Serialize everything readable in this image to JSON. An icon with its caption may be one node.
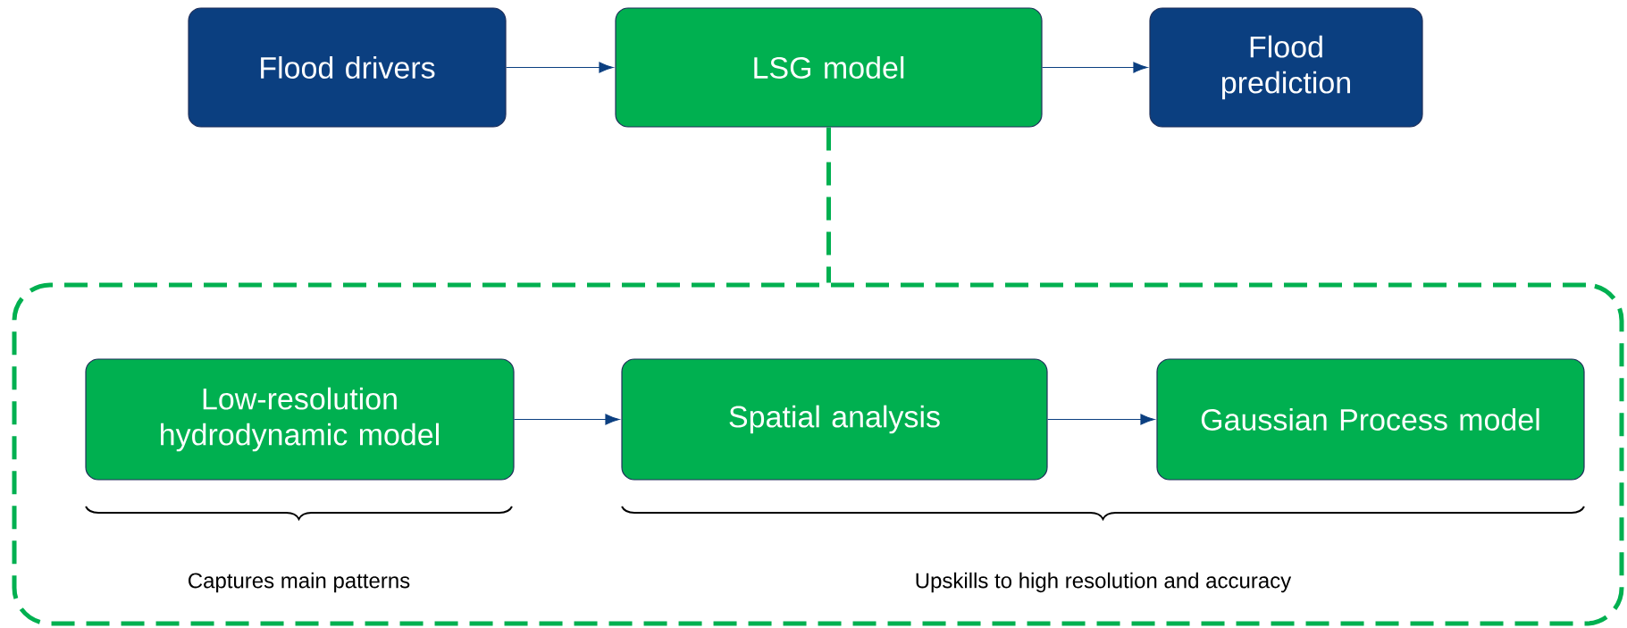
{
  "diagram": {
    "nodes": [
      {
        "text": [
          "Flood drivers"
        ]
      },
      {
        "text": [
          "LSG model"
        ]
      },
      {
        "text": [
          "Flood prediction"
        ]
      },
      {
        "text": [],
        "shape": "box"
      },
      {
        "text": [
          "Low-resolution hydrodynamic model"
        ],
        "in": 3
      },
      {
        "text": [
          "Spatial analysis"
        ],
        "in": 3
      },
      {
        "text": [
          "Gaussian Process model"
        ],
        "in": 3
      }
    ],
    "edges": [
      {
        "from": 0,
        "to": 1,
        "arrow": "to"
      },
      {
        "from": 1,
        "to": 2,
        "arrow": "to"
      },
      {
        "from": 1,
        "to": 3,
        "arrow": "none",
        "style": "dashed",
        "color": "#00b050"
      },
      {
        "from": 4,
        "to": 5,
        "arrow": "to"
      },
      {
        "from": 5,
        "to": 6,
        "arrow": "to"
      }
    ],
    "labels": [
      "Captures main patterns",
      "Upskills to high resolution and accuracy"
    ]
  }
}
